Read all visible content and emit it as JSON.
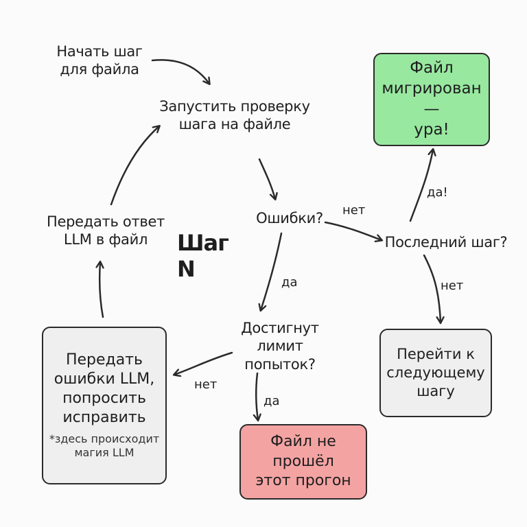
{
  "nodes": {
    "start": [
      "Начать шаг",
      "для файла"
    ],
    "run_check": [
      "Запустить проверку",
      "шага на файле"
    ],
    "errors": [
      "Ошибки?"
    ],
    "last_step": [
      "Последний шаг?"
    ],
    "migrated": [
      "Файл",
      "мигрирован —",
      "ура!"
    ],
    "next_step": [
      "Перейти к",
      "следующему",
      "шагу"
    ],
    "limit": [
      "Достигнут лимит",
      "попыток?"
    ],
    "failed": [
      "Файл не прошёл",
      "этот прогон"
    ],
    "send_errors": [
      "Передать",
      "ошибки LLM,",
      "попросить",
      "исправить"
    ],
    "send_errors_note": [
      "*здесь происходит",
      "магия LLM"
    ],
    "pass_answer": [
      "Передать ответ",
      "LLM в файл"
    ]
  },
  "center_label": "Шаг N",
  "edge_labels": {
    "errors_no": "нет",
    "errors_yes": "да",
    "last_yes": "да!",
    "last_no": "нет",
    "limit_no": "нет",
    "limit_yes": "да"
  },
  "colors": {
    "success": "#98e8a0",
    "failure": "#f4a3a3",
    "neutral": "#efefef",
    "stroke": "#2a2a2a"
  }
}
